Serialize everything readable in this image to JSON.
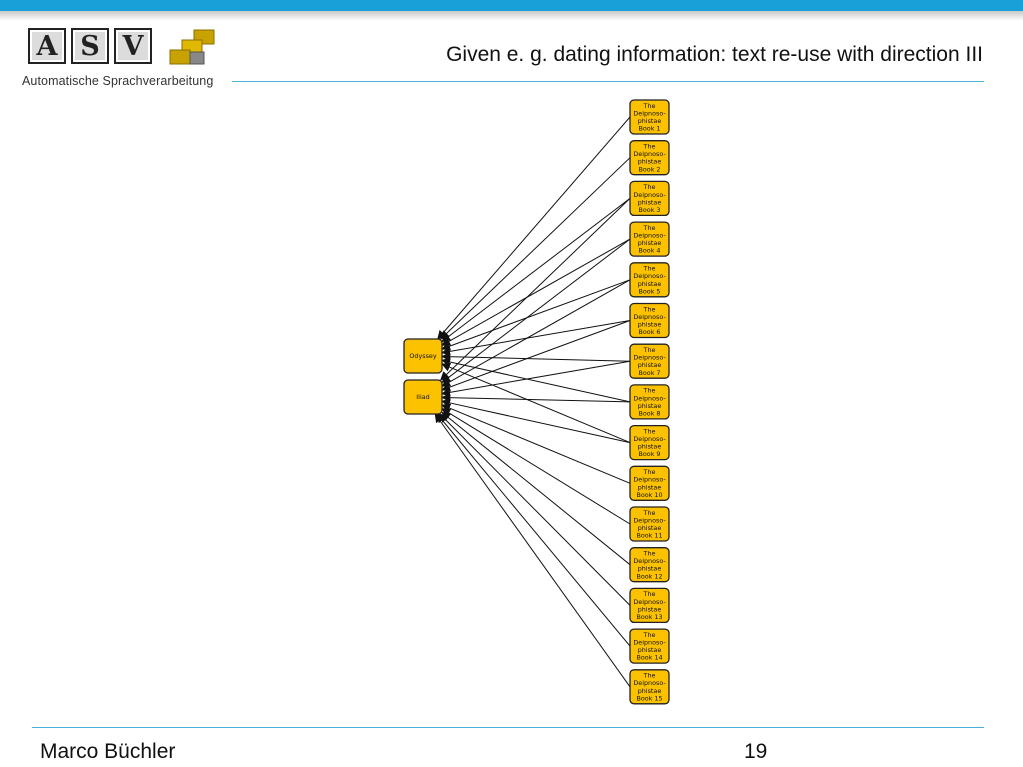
{
  "header": {
    "title": "Given e. g. dating information: text re-use with direction III"
  },
  "logo": {
    "letters": [
      "A",
      "S",
      "V"
    ],
    "subtitle": "Automatische Sprachverarbeitung"
  },
  "footer": {
    "author": "Marco Büchler",
    "page_number": "19"
  },
  "colors": {
    "accent_bar": "#1aa0d8",
    "node_fill": "#fcc200",
    "node_stroke": "#222222",
    "edge": "#111111"
  },
  "graph": {
    "targets": [
      "Odyssey",
      "Iliad"
    ],
    "sources": [
      [
        "The",
        "Deipnoso-",
        "phistae",
        "Book 1"
      ],
      [
        "The",
        "Deipnoso-",
        "phistae",
        "Book 2"
      ],
      [
        "The",
        "Deipnoso-",
        "phistae",
        "Book 3"
      ],
      [
        "The",
        "Deipnoso-",
        "phistae",
        "Book 4"
      ],
      [
        "The",
        "Deipnoso-",
        "phistae",
        "Book 5"
      ],
      [
        "The",
        "Deipnoso-",
        "phistae",
        "Book 6"
      ],
      [
        "The",
        "Deipnoso-",
        "phistae",
        "Book 7"
      ],
      [
        "The",
        "Deipnoso-",
        "phistae",
        "Book 8"
      ],
      [
        "The",
        "Deipnoso-",
        "phistae",
        "Book 9"
      ],
      [
        "The",
        "Deipnoso-",
        "phistae",
        "Book 10"
      ],
      [
        "The",
        "Deipnoso-",
        "phistae",
        "Book 11"
      ],
      [
        "The",
        "Deipnoso-",
        "phistae",
        "Book 12"
      ],
      [
        "The",
        "Deipnoso-",
        "phistae",
        "Book 13"
      ],
      [
        "The",
        "Deipnoso-",
        "phistae",
        "Book 14"
      ],
      [
        "The",
        "Deipnoso-",
        "phistae",
        "Book 15"
      ]
    ],
    "edges": [
      [
        0,
        0
      ],
      [
        1,
        0
      ],
      [
        2,
        0
      ],
      [
        3,
        0
      ],
      [
        4,
        0
      ],
      [
        5,
        0
      ],
      [
        6,
        0
      ],
      [
        7,
        0
      ],
      [
        8,
        0
      ],
      [
        2,
        1
      ],
      [
        3,
        1
      ],
      [
        4,
        1
      ],
      [
        5,
        1
      ],
      [
        6,
        1
      ],
      [
        7,
        1
      ],
      [
        8,
        1
      ],
      [
        9,
        1
      ],
      [
        10,
        1
      ],
      [
        11,
        1
      ],
      [
        12,
        1
      ],
      [
        13,
        1
      ],
      [
        14,
        1
      ]
    ]
  }
}
